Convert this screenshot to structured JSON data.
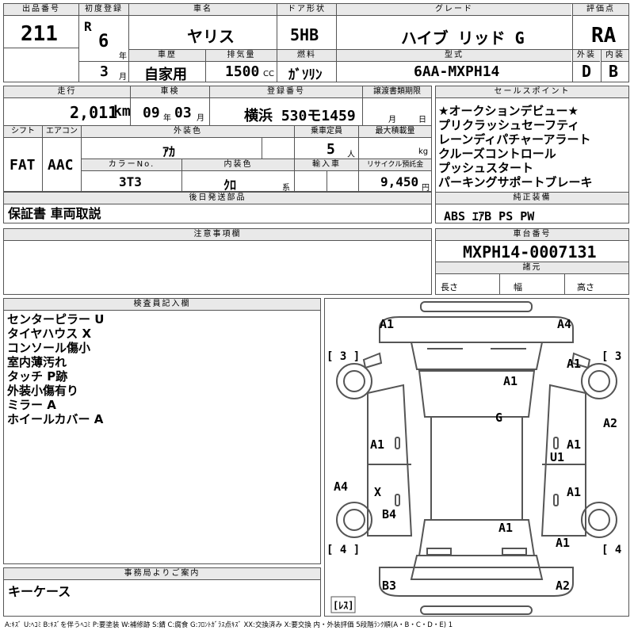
{
  "header": {
    "lot_label": "出品番号",
    "lot_no": "211",
    "first_reg_label": "初度登録",
    "era": "R",
    "reg_year": "6",
    "year_unit": "年",
    "reg_month": "3",
    "month_unit": "月",
    "car_name_label": "車名",
    "car_name": "ヤリス",
    "door_label": "ドア形状",
    "door": "5HB",
    "grade_label": "グレード",
    "grade": "ハイブ リッド G",
    "score_label": "評価点",
    "score": "RA",
    "history_label": "車歴",
    "history": "自家用",
    "disp_label": "排気量",
    "disp": "1500",
    "disp_unit": "CC",
    "fuel_label": "燃料",
    "fuel": "ｶﾞｿﾘﾝ",
    "model_label": "型式",
    "model": "6AA-MXPH14",
    "ext_label": "外装",
    "ext": "D",
    "int_label": "内装",
    "int": "B"
  },
  "row2": {
    "mileage_label": "走行",
    "mileage": "2,011",
    "mileage_unit": "km",
    "inspect_label": "車検",
    "insp_year": "09",
    "insp_year_unit": "年",
    "insp_month": "03",
    "insp_month_unit": "月",
    "plate_label": "登録番号",
    "plate": "横浜 530モ1459",
    "transfer_label": "譲渡書類期限",
    "transfer_month": "月",
    "transfer_day": "日",
    "shift_label": "シフト",
    "shift": "FAT",
    "ac_label": "エアコン",
    "ac": "AAC",
    "color_label": "外装色",
    "color": "ｱｶ",
    "capacity_label": "乗車定員",
    "capacity": "5",
    "capacity_unit": "人",
    "load_label": "最大積載量",
    "load_unit": "kg",
    "colorno_label": "カラーNo.",
    "colorno": "3T3",
    "interior_label": "内装色",
    "interior": "ｸﾛ",
    "interior_unit": "系",
    "import_label": "輸入車",
    "recycle_label": "リサイクル預託金",
    "recycle": "9,450",
    "recycle_unit": "円"
  },
  "later_parts": {
    "label": "後日発送部品",
    "value": "保証書 車両取説"
  },
  "sales_points": {
    "label": "セールスポイント",
    "items": [
      "★オークションデビュー★",
      "プリクラッシュセーフティ",
      "レーンディパチャーアラート",
      "クルーズコントロール",
      "プッシュスタート",
      "パーキングサポートブレーキ"
    ]
  },
  "equipment": {
    "label": "純正装備",
    "value": "ABS ｴｱB PS PW"
  },
  "caution": {
    "label": "注意事項欄"
  },
  "chassis": {
    "label": "車台番号",
    "value": "MXPH14-0007131",
    "spec_label": "諸元",
    "length": "長さ",
    "width": "幅",
    "height": "高さ"
  },
  "inspector": {
    "label": "検査員記入欄",
    "lines": [
      "センターピラー U",
      "タイヤハウス X",
      "コンソール傷小",
      "室内薄汚れ",
      "タッチ P跡",
      "外装小傷有り",
      "ミラー A",
      "ホイールカバー A"
    ]
  },
  "office": {
    "label": "事務局よりご案内",
    "value": "キーケース"
  },
  "diagram": {
    "tire_fl": "[ 3 ]",
    "tire_fr": "[ 3 ]",
    "tire_rl": "[ 4 ]",
    "tire_rr": "[ 4 ]",
    "spare": "[ﾚｽ]",
    "marks": [
      "A1",
      "A4",
      "A1",
      "A1",
      "G",
      "A2",
      "A1",
      "A1",
      "U1",
      "A4",
      "X",
      "A1",
      "B4",
      "A1",
      "A1",
      "B3",
      "A2"
    ]
  },
  "legend": "A:ｷｽﾞ U:ﾍｺﾐ B:ｷｽﾞを伴うﾍｺﾐ P:要塗装 W:補修跡 S:錆 C:腐食 G:ﾌﾛﾝﾄｶﾞﾗｽ点ｷｽﾞ XX:交換済み X:要交換 内・外装評価 5段階ﾗﾝｸ順(A・B・C・D・E) 1"
}
